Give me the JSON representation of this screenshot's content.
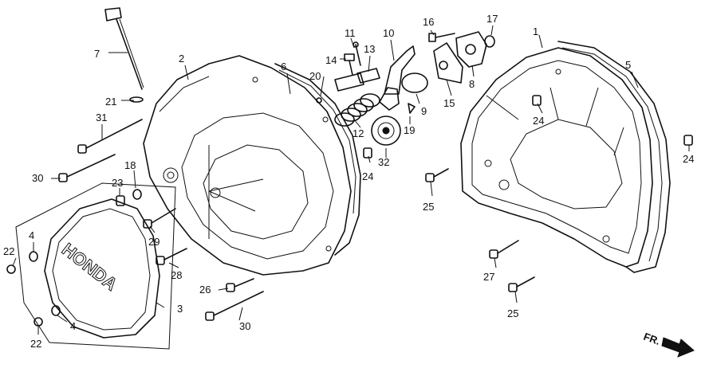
{
  "callouts": [
    {
      "id": "c1",
      "text": "1"
    },
    {
      "id": "c2",
      "text": "2"
    },
    {
      "id": "c3",
      "text": "3"
    },
    {
      "id": "c4a",
      "text": "4"
    },
    {
      "id": "c4b",
      "text": "4"
    },
    {
      "id": "c5",
      "text": "5"
    },
    {
      "id": "c6",
      "text": "6"
    },
    {
      "id": "c7",
      "text": "7"
    },
    {
      "id": "c8",
      "text": "8"
    },
    {
      "id": "c9",
      "text": "9"
    },
    {
      "id": "c10",
      "text": "10"
    },
    {
      "id": "c11",
      "text": "11"
    },
    {
      "id": "c12",
      "text": "12"
    },
    {
      "id": "c13",
      "text": "13"
    },
    {
      "id": "c14",
      "text": "14"
    },
    {
      "id": "c15",
      "text": "15"
    },
    {
      "id": "c16",
      "text": "16"
    },
    {
      "id": "c17",
      "text": "17"
    },
    {
      "id": "c18",
      "text": "18"
    },
    {
      "id": "c19",
      "text": "19"
    },
    {
      "id": "c20",
      "text": "20"
    },
    {
      "id": "c21",
      "text": "21"
    },
    {
      "id": "c22a",
      "text": "22"
    },
    {
      "id": "c22b",
      "text": "22"
    },
    {
      "id": "c23",
      "text": "23"
    },
    {
      "id": "c24a",
      "text": "24"
    },
    {
      "id": "c24b",
      "text": "24"
    },
    {
      "id": "c24c",
      "text": "24"
    },
    {
      "id": "c25a",
      "text": "25"
    },
    {
      "id": "c25b",
      "text": "25"
    },
    {
      "id": "c26",
      "text": "26"
    },
    {
      "id": "c27",
      "text": "27"
    },
    {
      "id": "c28",
      "text": "28"
    },
    {
      "id": "c29",
      "text": "29"
    },
    {
      "id": "c30a",
      "text": "30"
    },
    {
      "id": "c30b",
      "text": "30"
    },
    {
      "id": "c31",
      "text": "31"
    },
    {
      "id": "c32",
      "text": "32"
    }
  ],
  "cover_logo_text": "HONDA",
  "direction_label": "FR."
}
